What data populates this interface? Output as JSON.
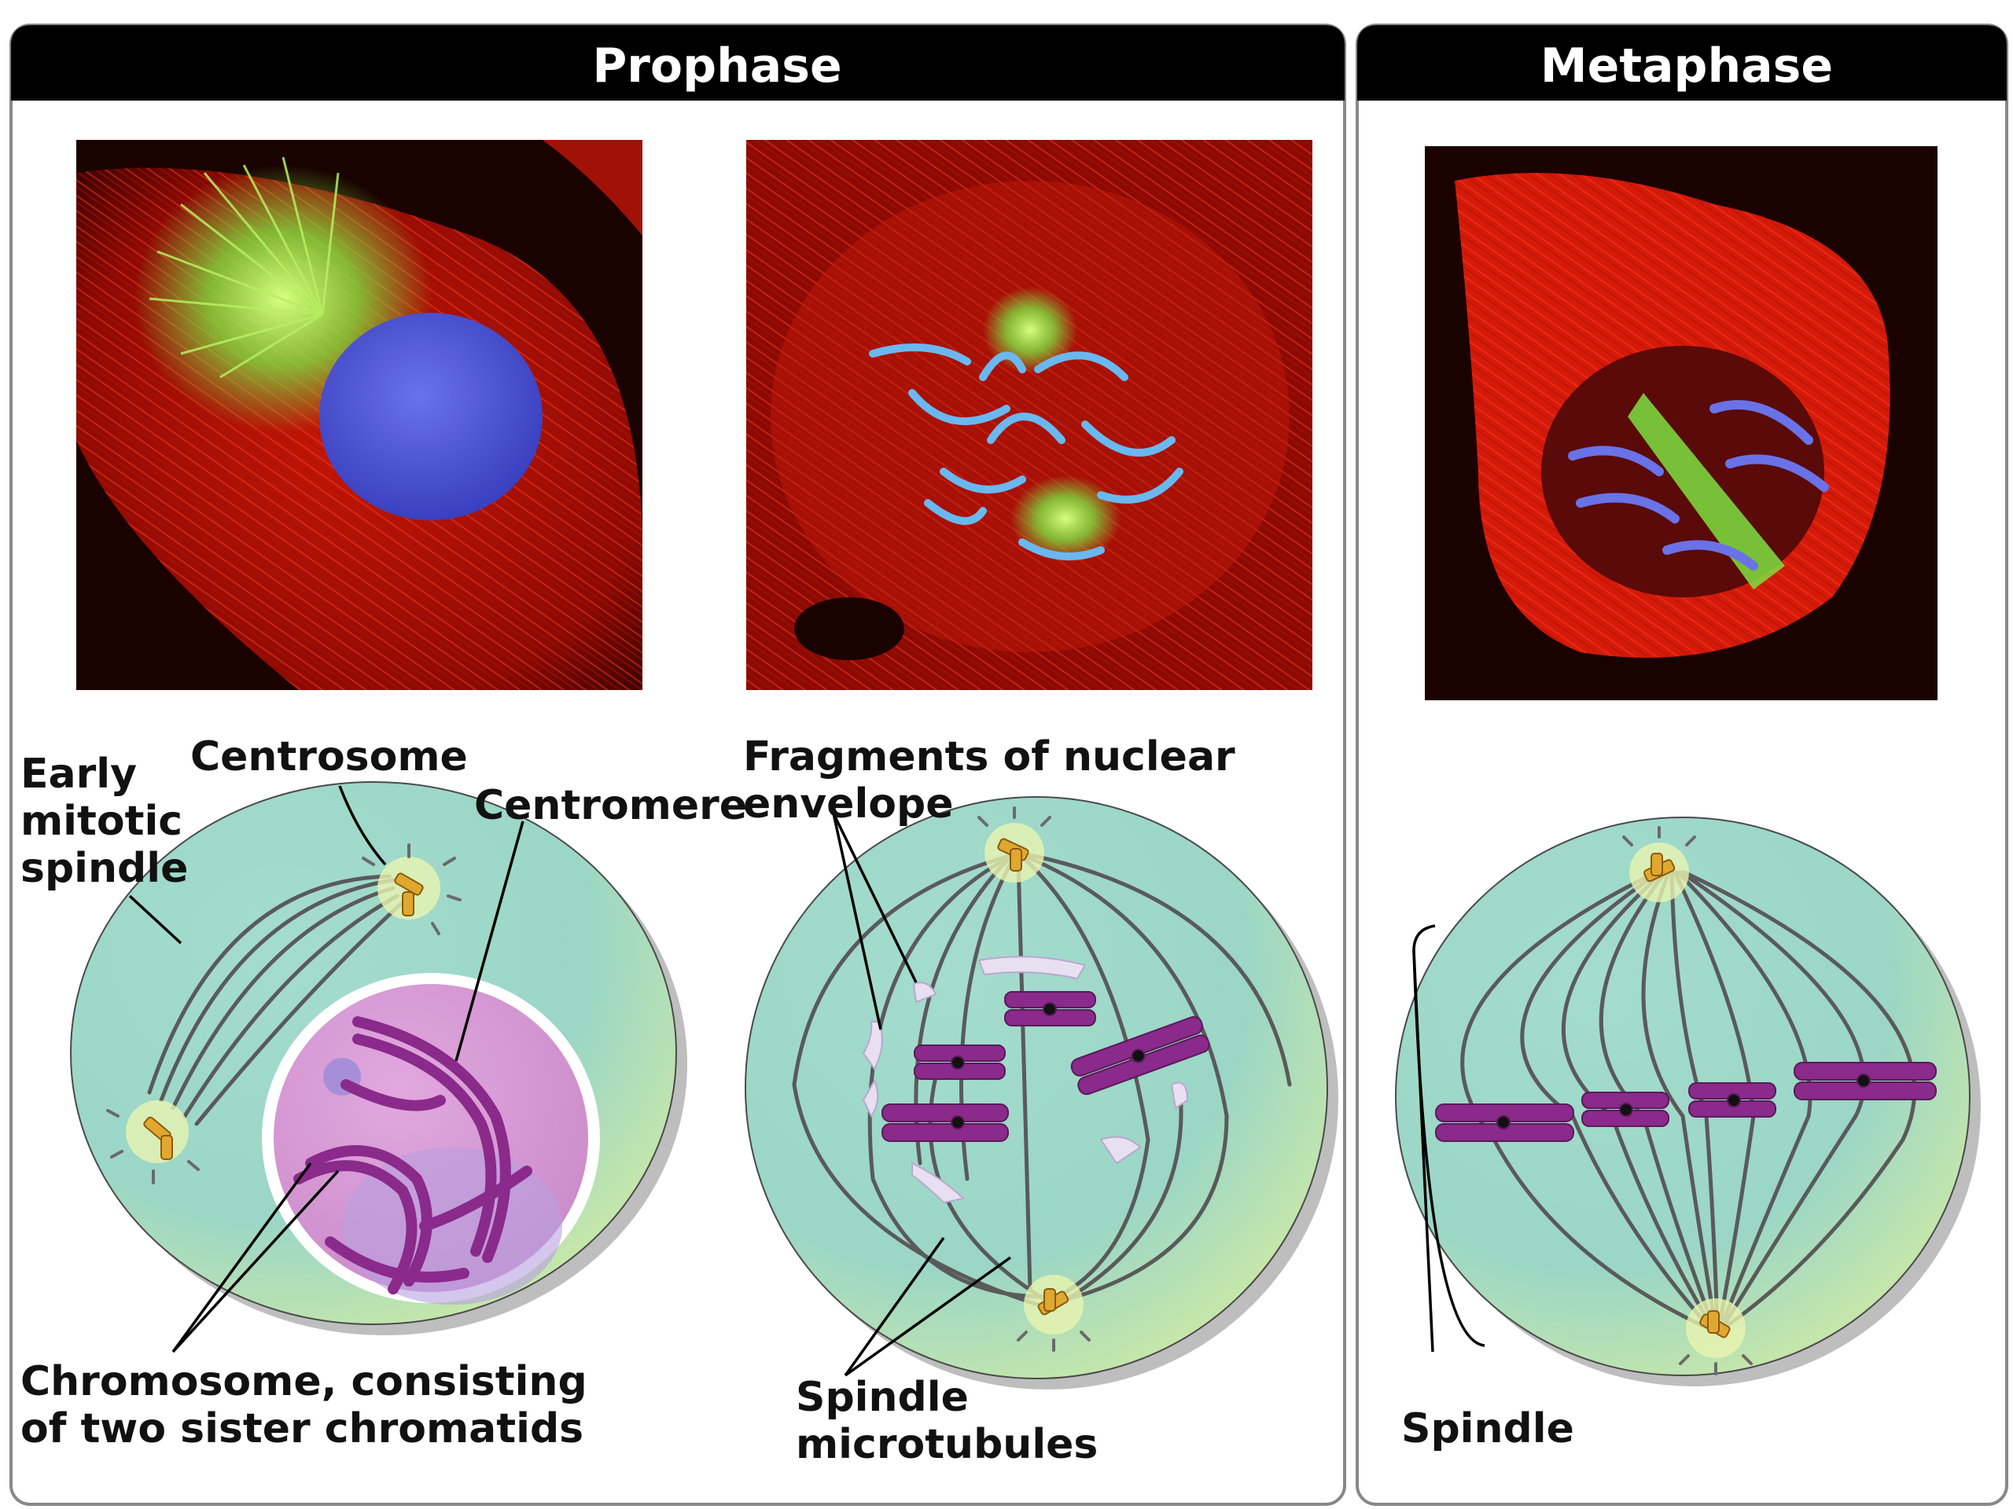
{
  "panels": {
    "prophase": {
      "title": "Prophase"
    },
    "metaphase": {
      "title": "Metaphase"
    }
  },
  "labels": {
    "early_spindle": [
      "Early",
      "mitotic",
      "spindle"
    ],
    "centrosome": "Centrosome",
    "centromere": "Centromere",
    "fragments": [
      "Fragments of nuclear",
      "envelope"
    ],
    "chromosome": [
      "Chromosome, consisting",
      "of two sister chromatids"
    ],
    "spindle_microtubules": [
      "Spindle",
      "microtubules"
    ],
    "spindle": "Spindle"
  },
  "colors": {
    "header_bg": "#000000",
    "cell_fill": "#9ed8c8",
    "nucleus_fill": "#d69ad4",
    "chromosome": "#8a2a8a",
    "centrosome": "#e0a830",
    "micrograph_red": "#d41a0a",
    "micrograph_green": "#7ee040",
    "micrograph_blue": "#4a52d8"
  }
}
